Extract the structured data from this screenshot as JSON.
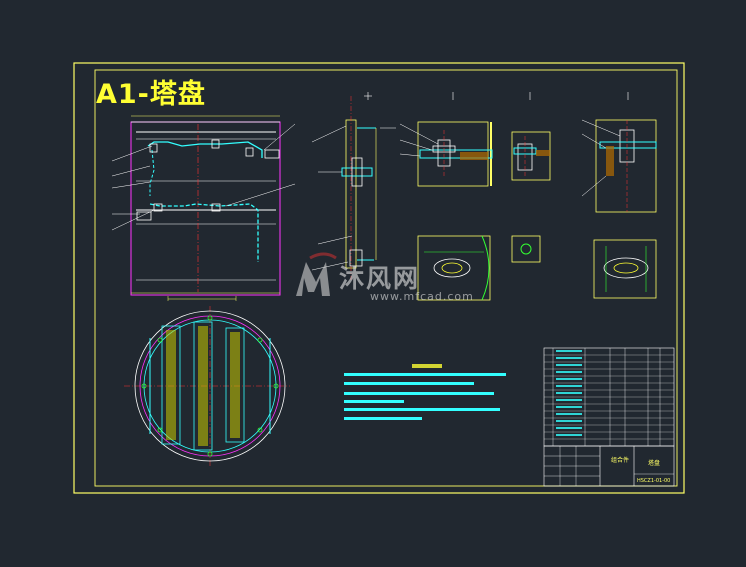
{
  "drawing": {
    "title": "A1-塔盘",
    "title_color": "#ffff33",
    "background_color": "#212830",
    "frame_color": "#ffff66",
    "line_colors": {
      "cyan": "#33ffff",
      "yellow": "#ffff33",
      "magenta": "#ff33ff",
      "green": "#33ff33",
      "red": "#ff3333",
      "white": "#ffffff"
    }
  },
  "watermark": {
    "brand_text": "沐风网",
    "url_text": "www.mfcad.com"
  },
  "title_block": {
    "part_name": "塔盘",
    "drawing_number": "HSCZ1-01-00",
    "material": "组合件"
  },
  "icons": {
    "watermark_logo": "mf-logo-icon"
  }
}
